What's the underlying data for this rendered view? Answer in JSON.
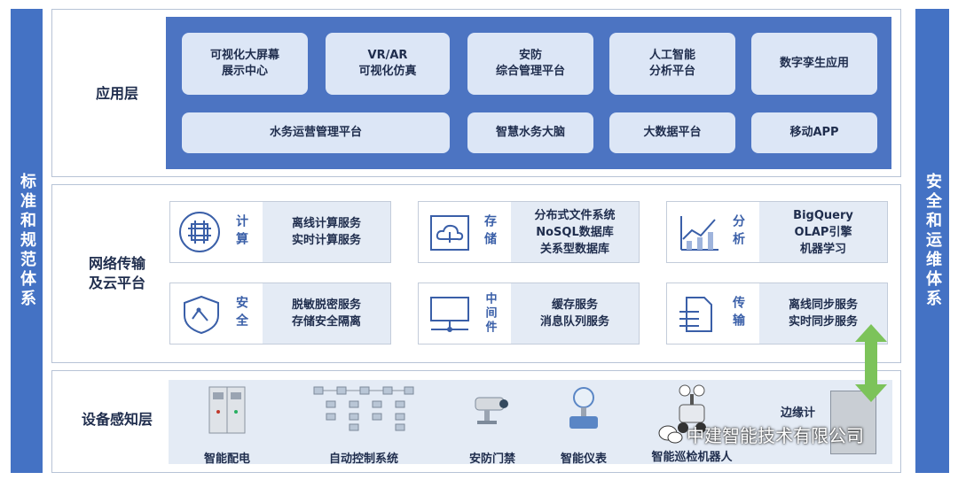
{
  "left_bar": "标准和规范体系",
  "right_bar": "安全和运维体系",
  "app_layer": {
    "label": "应用层",
    "row1": [
      "可视化大屏幕\n展示中心",
      "VR/AR\n可视化仿真",
      "安防\n综合管理平台",
      "人工智能\n分析平台",
      "数字孪生应用"
    ],
    "row2": [
      "水务运营管理平台",
      "智慧水务大脑",
      "大数据平台",
      "移动APP"
    ]
  },
  "network_layer": {
    "label": "网络传输\n及云平台",
    "cards": [
      {
        "title": "计算",
        "desc": "离线计算服务\n实时计算服务",
        "icon": "compute-icon"
      },
      {
        "title": "存储",
        "desc": "分布式文件系统\nNoSQL数据库\n关系型数据库",
        "icon": "cloud-storage-icon"
      },
      {
        "title": "分析",
        "desc": "BigQuery\nOLAP引擎\n机器学习",
        "icon": "chart-analysis-icon"
      },
      {
        "title": "安全",
        "desc": "脱敏脱密服务\n存储安全隔离",
        "icon": "shield-icon"
      },
      {
        "title": "中间件",
        "desc": "缓存服务\n消息队列服务",
        "icon": "middleware-icon"
      },
      {
        "title": "传输",
        "desc": "离线同步服务\n实时同步服务",
        "icon": "transfer-icon"
      }
    ]
  },
  "device_layer": {
    "label": "设备感知层",
    "devices": [
      "智能配电",
      "自动控制系统",
      "安防门禁",
      "智能仪表",
      "智能巡检机器人",
      "边缘计"
    ]
  },
  "watermark": "中建智能技术有限公司",
  "colors": {
    "primary": "#4472c4",
    "tile": "#dce6f6",
    "arrow": "#7cc35a"
  }
}
